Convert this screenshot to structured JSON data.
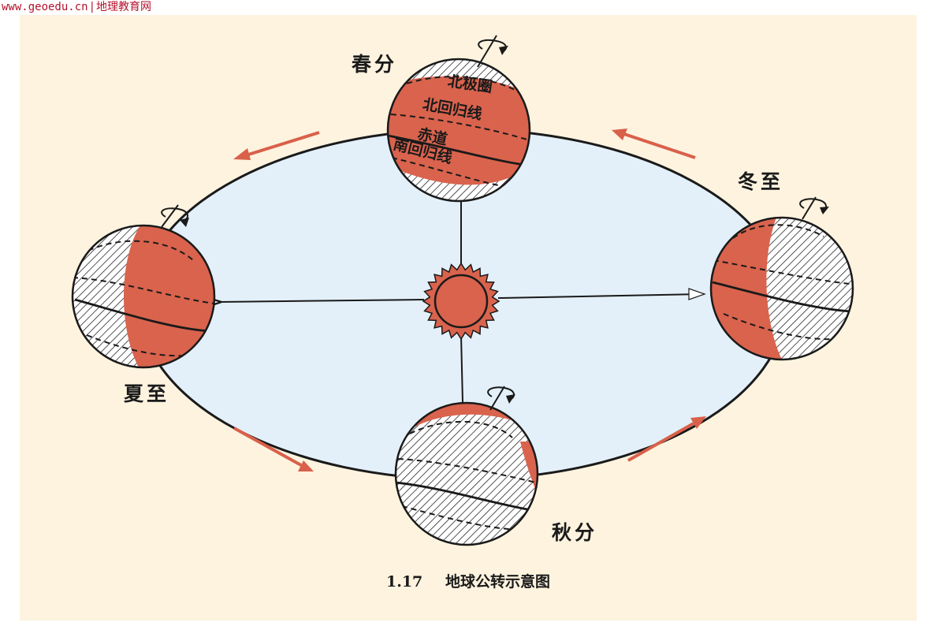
{
  "watermark": {
    "url": "www.geoedu.cn",
    "separator": "|",
    "site": "地理教育网"
  },
  "diagram": {
    "seasons": {
      "spring": "春分",
      "summer": "夏至",
      "autumn": "秋分",
      "winter": "冬至"
    },
    "globe_lines": {
      "arctic_circle": "北极圈",
      "tropic_cancer": "北回归线",
      "equator": "赤道",
      "tropic_capricorn": "南回归线"
    },
    "caption": {
      "number": "1.17",
      "title": "地球公转示意图"
    },
    "colors": {
      "panel": "#fdf3df",
      "orbit_fill": "#e3f0f9",
      "globe_red": "#d9634d",
      "arrow_red": "#d9604a",
      "line": "#1a1a1a",
      "sun_fill": "#d9634d"
    }
  }
}
